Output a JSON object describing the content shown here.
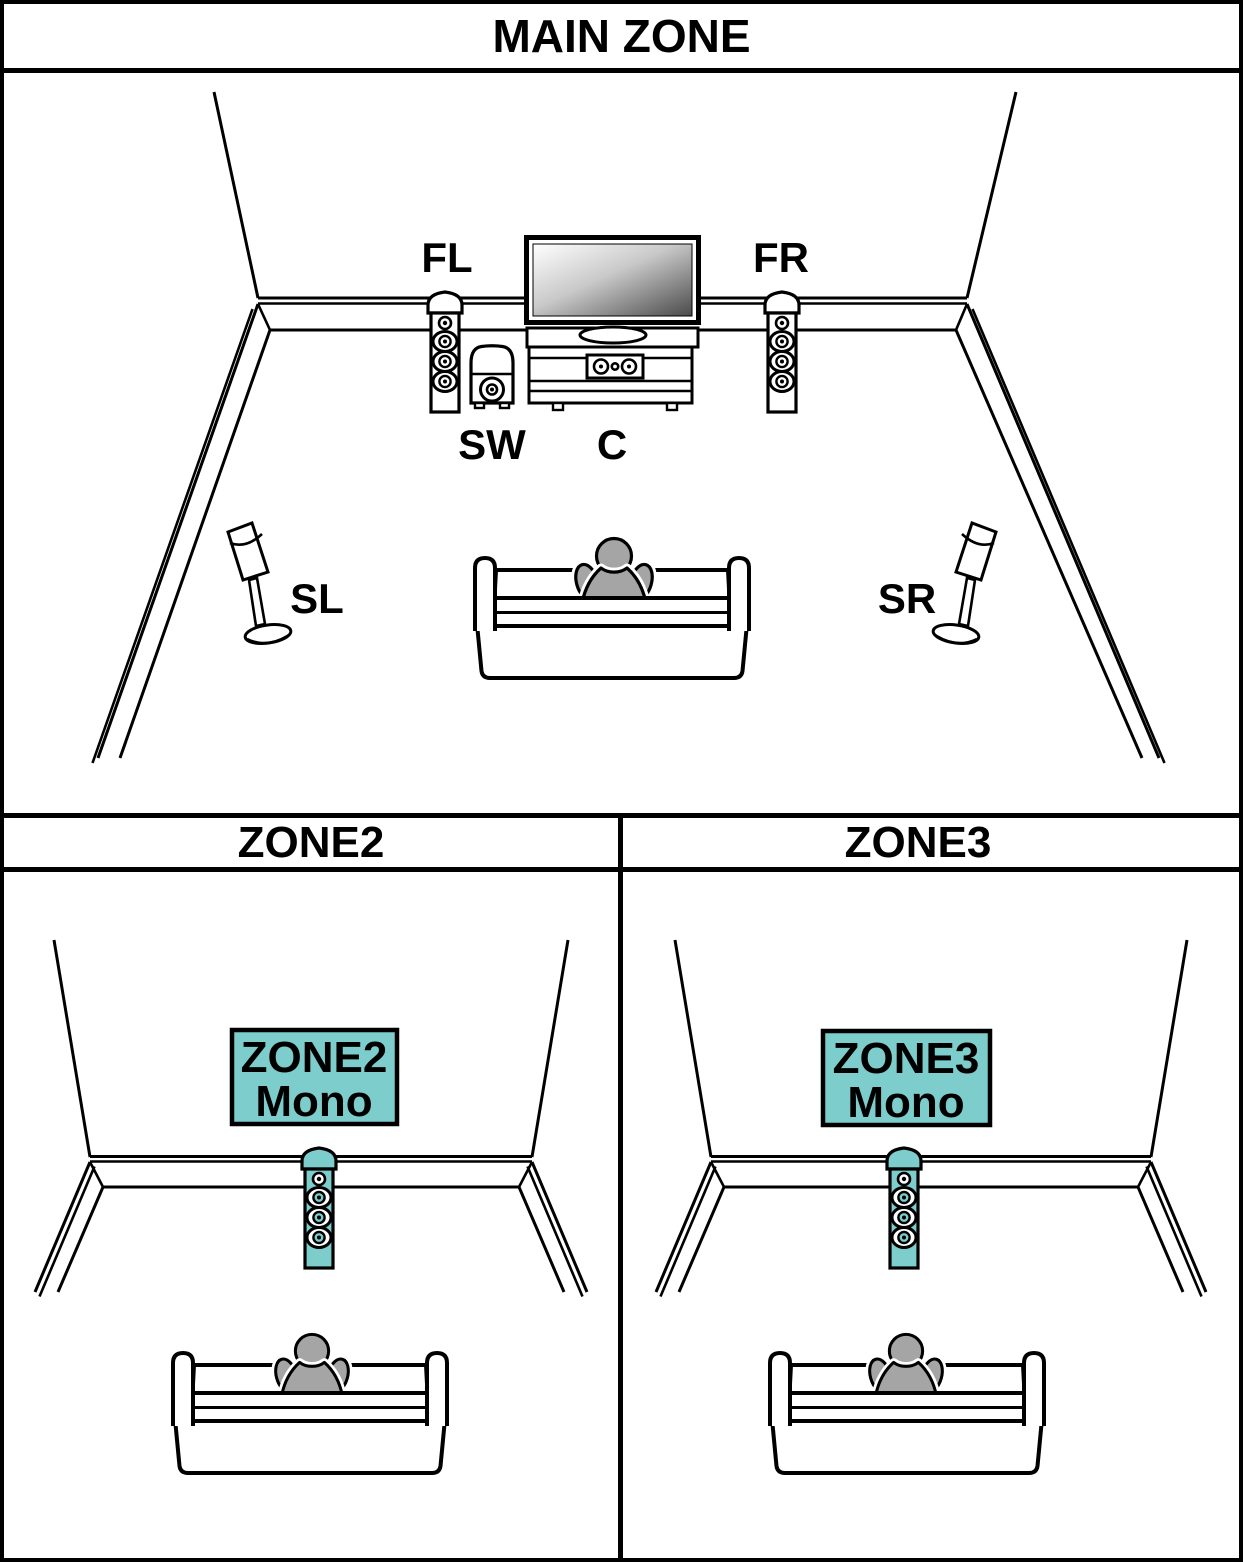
{
  "colors": {
    "teal": "#7CCDCB",
    "person": "#A5A5A5",
    "outline": "#000000",
    "background": "#FFFFFF",
    "tv_screen_dark": "#4A4A4A"
  },
  "main_zone": {
    "title": "MAIN ZONE",
    "speakers": {
      "front_left": "FL",
      "front_right": "FR",
      "subwoofer": "SW",
      "center": "C",
      "surround_left": "SL",
      "surround_right": "SR"
    }
  },
  "zone2": {
    "title": "ZONE2",
    "speaker_box": {
      "line1": "ZONE2",
      "line2": "Mono"
    }
  },
  "zone3": {
    "title": "ZONE3",
    "speaker_box": {
      "line1": "ZONE3",
      "line2": "Mono"
    }
  }
}
